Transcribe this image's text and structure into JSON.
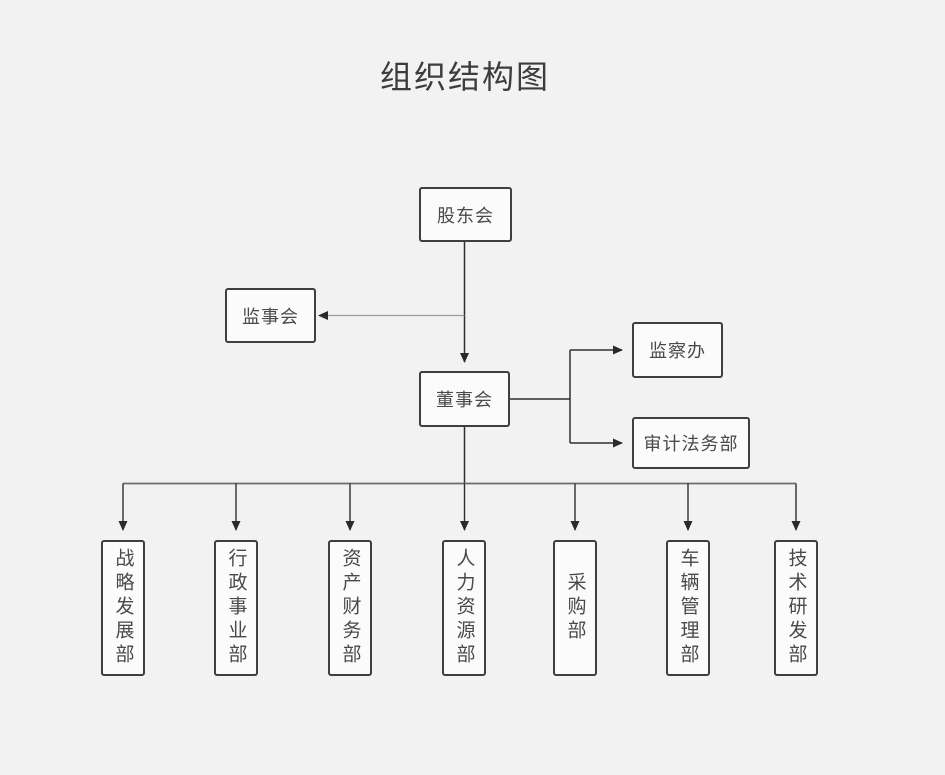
{
  "title": "组织结构图",
  "colors": {
    "background": "#f2f2f2",
    "box_fill": "#fbfbfb",
    "box_border": "#3f3f3f",
    "line_dark": "#2f2f2f",
    "line_gray": "#9a9a9a",
    "line_distribution": "#6b6b6b",
    "text": "#4a4a4a"
  },
  "nodes": {
    "shareholders": {
      "label": "股东会"
    },
    "supervisors": {
      "label": "监事会"
    },
    "directors": {
      "label": "董事会"
    },
    "supervision_office": {
      "label": "监察办"
    },
    "audit_legal": {
      "label": "审计法务部"
    },
    "departments": [
      {
        "label": "战略发展部"
      },
      {
        "label": "行政事业部"
      },
      {
        "label": "资产财务部"
      },
      {
        "label": "人力资源部"
      },
      {
        "label": "采购部"
      },
      {
        "label": "车辆管理部"
      },
      {
        "label": "技术研发部"
      }
    ]
  },
  "edges": [
    {
      "from": "股东会",
      "to": "董事会"
    },
    {
      "from": "股东会",
      "to": "监事会"
    },
    {
      "from": "董事会",
      "to": "监察办"
    },
    {
      "from": "董事会",
      "to": "审计法务部"
    },
    {
      "from": "董事会",
      "to": "战略发展部"
    },
    {
      "from": "董事会",
      "to": "行政事业部"
    },
    {
      "from": "董事会",
      "to": "资产财务部"
    },
    {
      "from": "董事会",
      "to": "人力资源部"
    },
    {
      "from": "董事会",
      "to": "采购部"
    },
    {
      "from": "董事会",
      "to": "车辆管理部"
    },
    {
      "from": "董事会",
      "to": "技术研发部"
    }
  ]
}
